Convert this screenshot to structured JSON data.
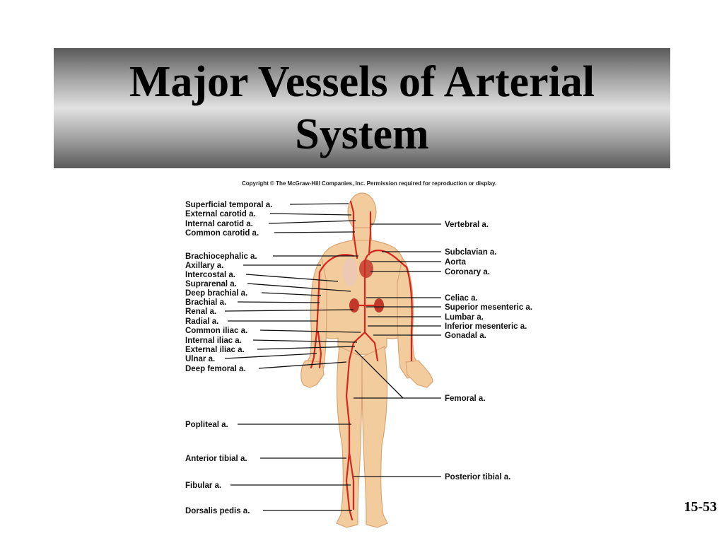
{
  "slide": {
    "title_line1": "Major Vessels of Arterial",
    "title_line2": "System",
    "copyright": "Copyright © The McGraw-Hill Companies, Inc. Permission required for reproduction or display.",
    "page_number": "15-53"
  },
  "figure": {
    "left_labels": [
      "Superficial temporal a.",
      "External carotid a.",
      "Internal carotid a.",
      "Common carotid a.",
      "Brachiocephalic a.",
      "Axillary a.",
      "Intercostal a.",
      "Suprarenal a.",
      "Deep brachial a.",
      "Brachial a.",
      "Renal a.",
      "Radial a.",
      "Common iliac a.",
      "Internal iliac a.",
      "External iliac a.",
      "Ulnar a.",
      "Deep femoral a.",
      "Popliteal a.",
      "Anterior tibial a.",
      "Fibular a.",
      "Dorsalis pedis a."
    ],
    "right_labels": [
      "Vertebral a.",
      "Subclavian a.",
      "Aorta",
      "Coronary a.",
      "Celiac a.",
      "Superior mesenteric a.",
      "Lumbar a.",
      "Inferior mesenteric a.",
      "Gonadal a.",
      "Femoral a.",
      "Posterior tibial a."
    ],
    "colors": {
      "skin": "#f3cc9e",
      "skin_outline": "#d9a574",
      "artery": "#d7261e",
      "kidney": "#c0392b",
      "leader_line": "#111111"
    }
  }
}
